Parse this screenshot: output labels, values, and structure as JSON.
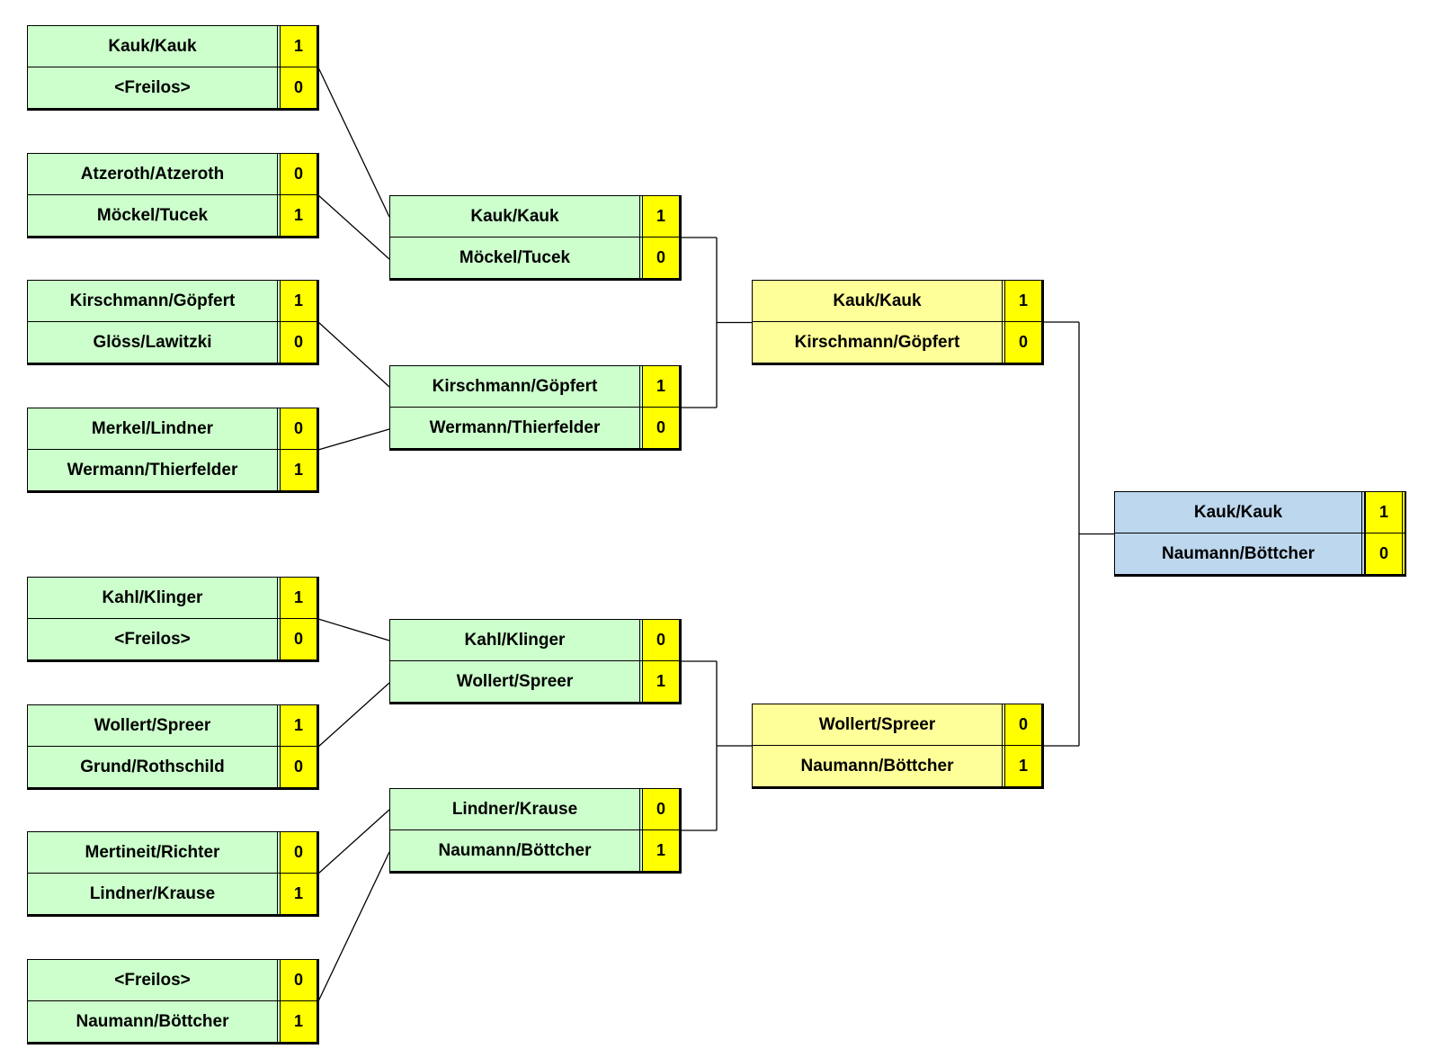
{
  "colors": {
    "round1_bg": "#ccffcc",
    "round2_bg": "#ccffcc",
    "semifinal_bg": "#ffff99",
    "final_bg": "#bdd7ee",
    "score_bg": "#ffff00"
  },
  "rounds": [
    {
      "name": "round-1",
      "matches": [
        {
          "teams": [
            {
              "name": "Kauk/Kauk",
              "score": "1"
            },
            {
              "name": "<Freilos>",
              "score": "0"
            }
          ]
        },
        {
          "teams": [
            {
              "name": "Atzeroth/Atzeroth",
              "score": "0"
            },
            {
              "name": "Möckel/Tucek",
              "score": "1"
            }
          ]
        },
        {
          "teams": [
            {
              "name": "Kirschmann/Göpfert",
              "score": "1"
            },
            {
              "name": "Glöss/Lawitzki",
              "score": "0"
            }
          ]
        },
        {
          "teams": [
            {
              "name": "Merkel/Lindner",
              "score": "0"
            },
            {
              "name": "Wermann/Thierfelder",
              "score": "1"
            }
          ]
        },
        {
          "teams": [
            {
              "name": "Kahl/Klinger",
              "score": "1"
            },
            {
              "name": "<Freilos>",
              "score": "0"
            }
          ]
        },
        {
          "teams": [
            {
              "name": "Wollert/Spreer",
              "score": "1"
            },
            {
              "name": "Grund/Rothschild",
              "score": "0"
            }
          ]
        },
        {
          "teams": [
            {
              "name": "Mertineit/Richter",
              "score": "0"
            },
            {
              "name": "Lindner/Krause",
              "score": "1"
            }
          ]
        },
        {
          "teams": [
            {
              "name": "<Freilos>",
              "score": "0"
            },
            {
              "name": "Naumann/Böttcher",
              "score": "1"
            }
          ]
        }
      ]
    },
    {
      "name": "round-2",
      "matches": [
        {
          "teams": [
            {
              "name": "Kauk/Kauk",
              "score": "1"
            },
            {
              "name": "Möckel/Tucek",
              "score": "0"
            }
          ]
        },
        {
          "teams": [
            {
              "name": "Kirschmann/Göpfert",
              "score": "1"
            },
            {
              "name": "Wermann/Thierfelder",
              "score": "0"
            }
          ]
        },
        {
          "teams": [
            {
              "name": "Kahl/Klinger",
              "score": "0"
            },
            {
              "name": "Wollert/Spreer",
              "score": "1"
            }
          ]
        },
        {
          "teams": [
            {
              "name": "Lindner/Krause",
              "score": "0"
            },
            {
              "name": "Naumann/Böttcher",
              "score": "1"
            }
          ]
        }
      ]
    },
    {
      "name": "semifinal",
      "matches": [
        {
          "teams": [
            {
              "name": "Kauk/Kauk",
              "score": "1"
            },
            {
              "name": "Kirschmann/Göpfert",
              "score": "0"
            }
          ]
        },
        {
          "teams": [
            {
              "name": "Wollert/Spreer",
              "score": "0"
            },
            {
              "name": "Naumann/Böttcher",
              "score": "1"
            }
          ]
        }
      ]
    },
    {
      "name": "final",
      "matches": [
        {
          "teams": [
            {
              "name": "Kauk/Kauk",
              "score": "1"
            },
            {
              "name": "Naumann/Böttcher",
              "score": "0"
            }
          ]
        }
      ]
    }
  ]
}
